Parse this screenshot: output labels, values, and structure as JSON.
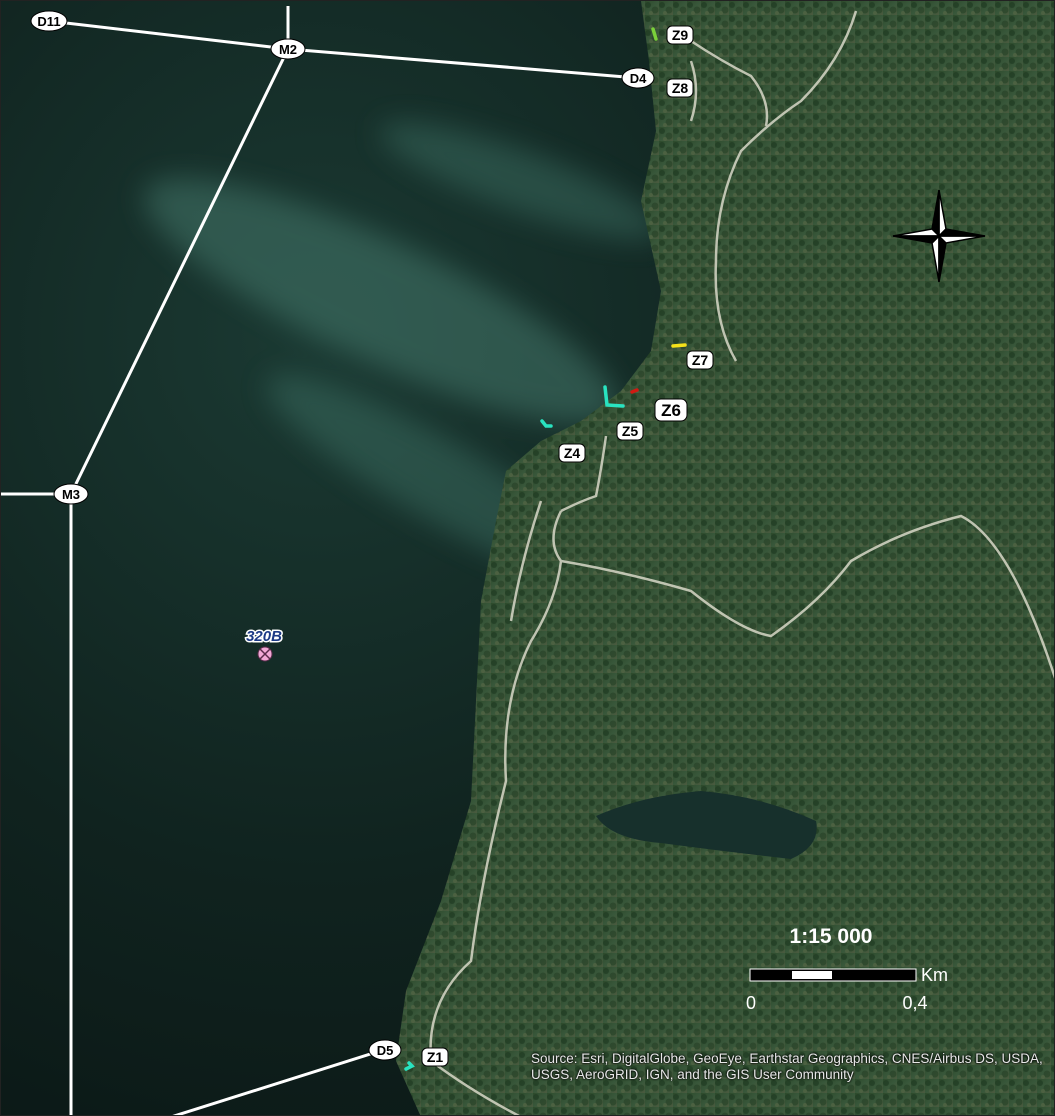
{
  "map": {
    "scale_label": "1:15 000",
    "scale_unit": "Km",
    "scale_start": "0",
    "scale_end": "0,4",
    "attribution": "Source: Esri, DigitalGlobe, GeoEye, Earthstar Geographics, CNES/Airbus DS, USDA, USGS, AeroGRID, IGN, and the GIS User Community",
    "station_label": "320B",
    "grid_nodes": {
      "d11": "D11",
      "m2": "M2",
      "d4": "D4",
      "m3": "M3",
      "d5": "D5"
    },
    "zones": {
      "z1": "Z1",
      "z4": "Z4",
      "z5": "Z5",
      "z6": "Z6",
      "z7": "Z7",
      "z8": "Z8",
      "z9": "Z9"
    },
    "colors": {
      "water": "#10231f",
      "land": "#2f4a2a",
      "grid_line": "#ffffff",
      "station": "#f2a8d6",
      "zone_cyan": "#29e3c0",
      "zone_yellow": "#f5e11a",
      "zone_red": "#d11a12",
      "zone_green": "#7ad13a"
    },
    "icons": {
      "compass": "north-arrow-compass-icon",
      "station": "station-cross-circle-icon"
    }
  }
}
